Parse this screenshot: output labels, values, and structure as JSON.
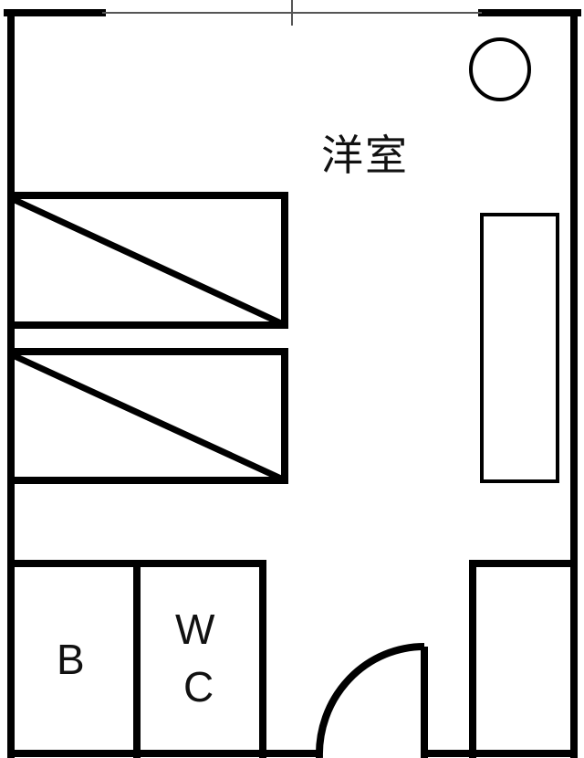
{
  "floor_plan": {
    "room_label": "洋室",
    "bath_label": "B",
    "wc_label_line1": "W",
    "wc_label_line2": "C",
    "colors": {
      "wall": "#000000",
      "window": "#555555",
      "background": "#ffffff"
    },
    "elements": [
      {
        "name": "window",
        "position": "top-center"
      },
      {
        "name": "ceiling-light",
        "position": "top-right"
      },
      {
        "name": "closet-1",
        "position": "left-upper"
      },
      {
        "name": "closet-2",
        "position": "left-lower"
      },
      {
        "name": "desk",
        "position": "right-middle"
      },
      {
        "name": "bathroom",
        "label": "B"
      },
      {
        "name": "toilet",
        "label": "WC"
      },
      {
        "name": "entrance-door",
        "position": "bottom-center"
      },
      {
        "name": "shoe-storage",
        "position": "bottom-right"
      }
    ]
  }
}
